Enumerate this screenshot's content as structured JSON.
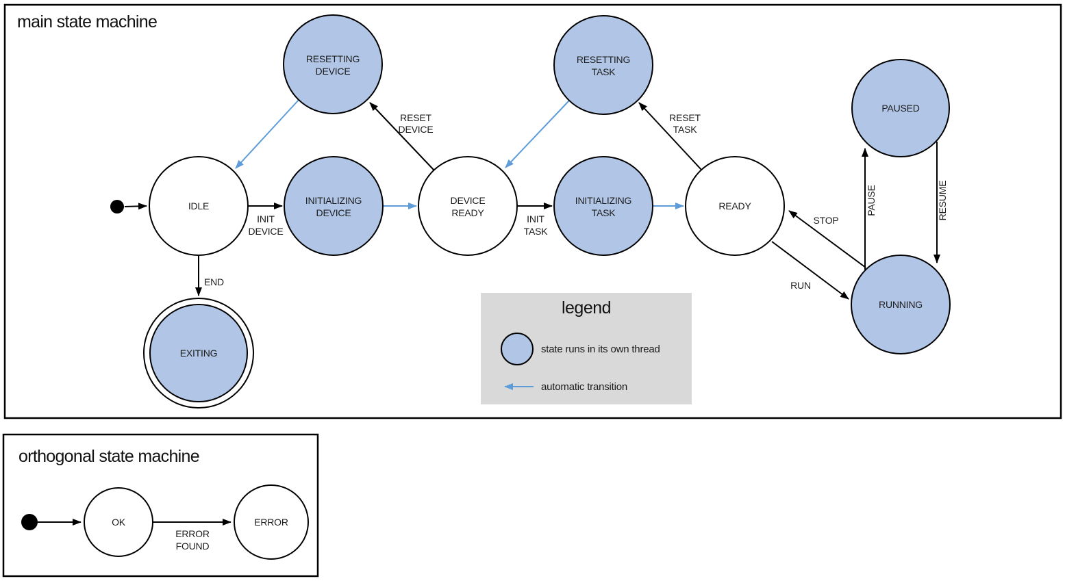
{
  "colors": {
    "threaded_state_fill": "#b1c6e7",
    "auto_transition_color": "#5d9cd9",
    "legend_background": "#d9d9d9",
    "stroke_color": "#000000"
  },
  "main_machine": {
    "title": "main state machine",
    "states": {
      "idle": {
        "label": "IDLE"
      },
      "resetting_device": {
        "line1": "RESETTING",
        "line2": "DEVICE"
      },
      "initializing_device": {
        "line1": "INITIALIZING",
        "line2": "DEVICE"
      },
      "device_ready": {
        "line1": "DEVICE",
        "line2": "READY"
      },
      "resetting_task": {
        "line1": "RESETTING",
        "line2": "TASK"
      },
      "initializing_task": {
        "line1": "INITIALIZING",
        "line2": "TASK"
      },
      "ready": {
        "label": "READY"
      },
      "paused": {
        "label": "PAUSED"
      },
      "running": {
        "label": "RUNNING"
      },
      "exiting": {
        "label": "EXITING"
      }
    },
    "transitions": {
      "init_device": {
        "line1": "INIT",
        "line2": "DEVICE"
      },
      "reset_device": {
        "line1": "RESET",
        "line2": "DEVICE"
      },
      "init_task": {
        "line1": "INIT",
        "line2": "TASK"
      },
      "reset_task": {
        "line1": "RESET",
        "line2": "TASK"
      },
      "run": {
        "label": "RUN"
      },
      "stop": {
        "label": "STOP"
      },
      "pause": {
        "label": "PAUSE"
      },
      "resume": {
        "label": "RESUME"
      },
      "end": {
        "label": "END"
      }
    }
  },
  "legend": {
    "title": "legend",
    "threaded_item": "state runs in its own thread",
    "auto_item": "automatic transition"
  },
  "orthogonal_machine": {
    "title": "orthogonal state machine",
    "states": {
      "ok": {
        "label": "OK"
      },
      "error": {
        "label": "ERROR"
      }
    },
    "transitions": {
      "error_found": {
        "line1": "ERROR",
        "line2": "FOUND"
      }
    }
  }
}
